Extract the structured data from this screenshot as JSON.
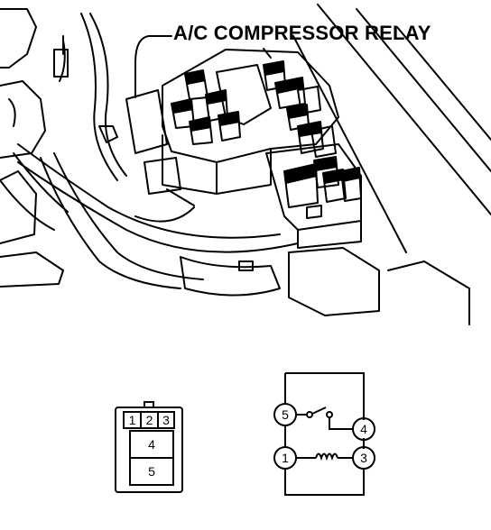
{
  "callout": {
    "label": "A/C COMPRESSOR RELAY"
  },
  "connector": {
    "pins": [
      "1",
      "2",
      "3",
      "4",
      "5"
    ]
  },
  "schematic": {
    "terminals": [
      "5",
      "4",
      "1",
      "3"
    ]
  },
  "colors": {
    "ink": "#000000",
    "paper": "#ffffff"
  }
}
